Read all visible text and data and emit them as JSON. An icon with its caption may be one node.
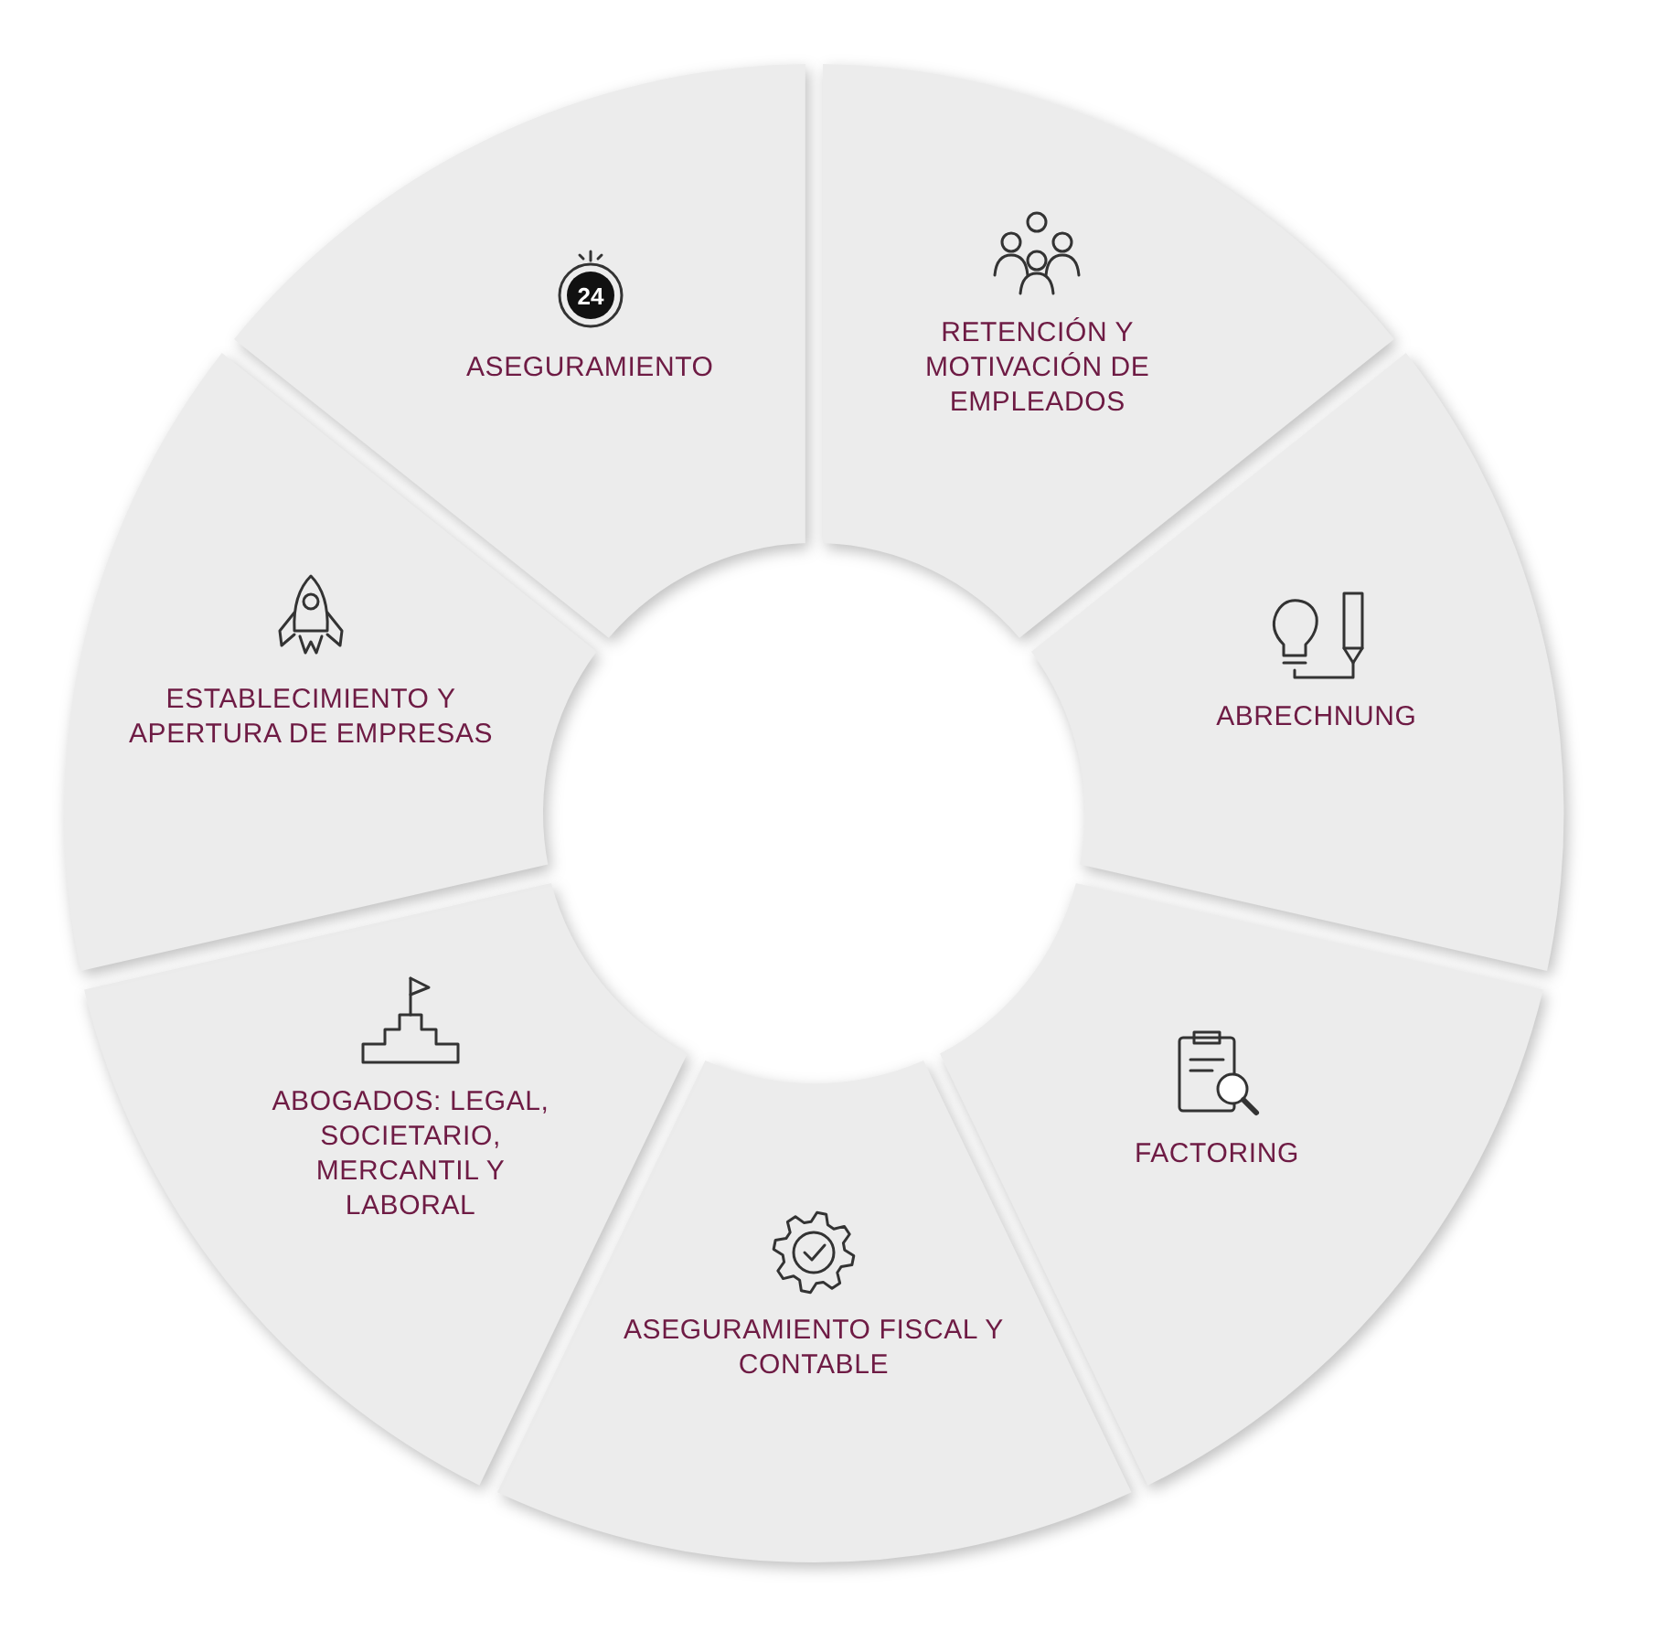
{
  "diagram": {
    "nodes": [
      {
        "text": [
          "ASEGURAMIENTO"
        ]
      },
      {
        "text": [
          "RETENCIÓN Y MOTIVACIÓN DE EMPLEADOS"
        ]
      },
      {
        "text": [
          "ABRECHNUNG"
        ]
      },
      {
        "text": [
          "FACTORING"
        ]
      },
      {
        "text": [
          "ASEGURAMIENTO FISCAL Y CONTABLE"
        ]
      },
      {
        "text": [
          "ABOGADOS: LEGAL, SOCIETARIO, MERCANTIL Y LABORAL"
        ]
      },
      {
        "text": [
          "ESTABLECIMIENTO Y APERTURA DE EMPRESAS"
        ]
      }
    ],
    "labels": [
      "24"
    ]
  }
}
